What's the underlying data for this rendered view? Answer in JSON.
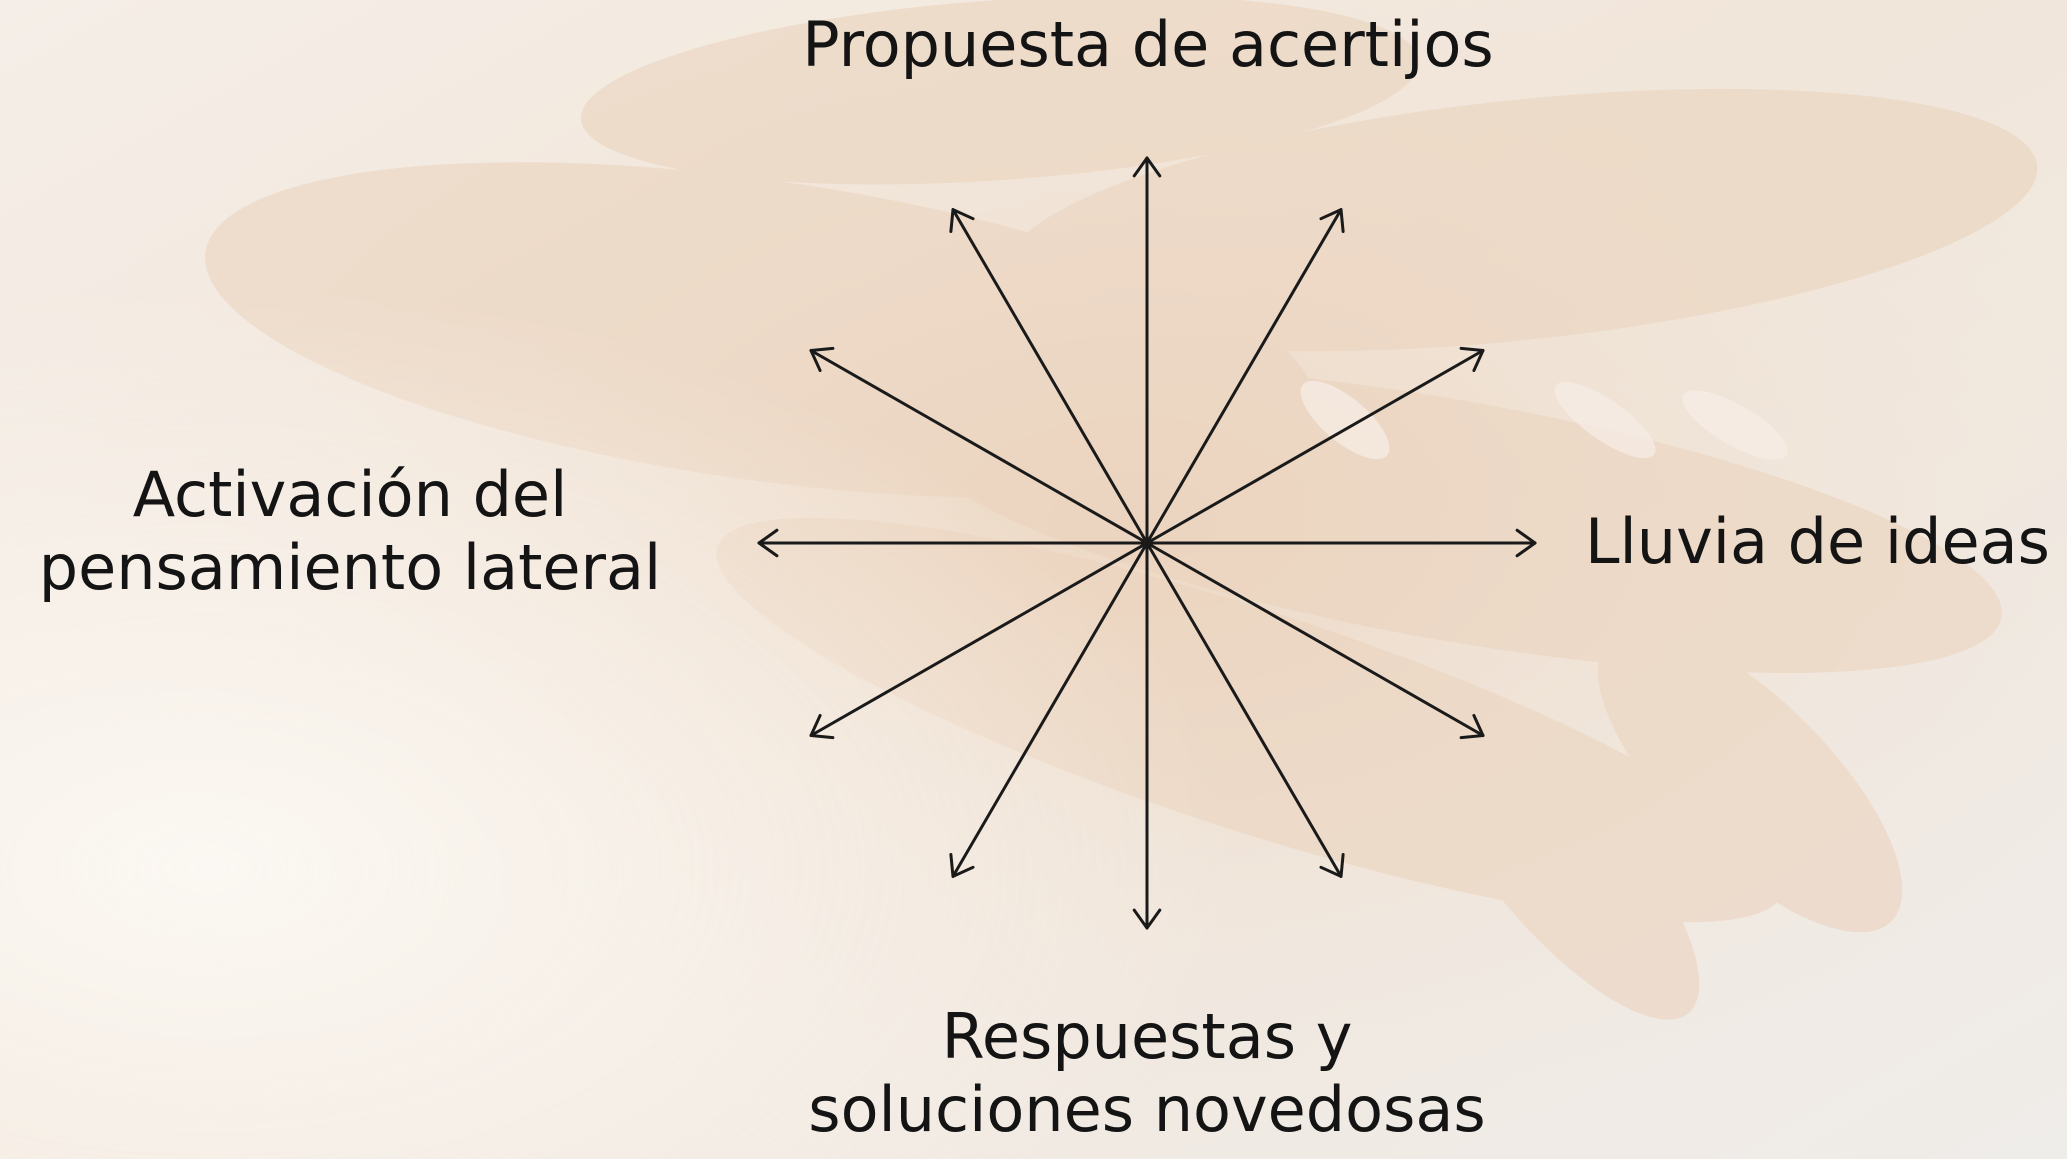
{
  "labels": {
    "top": [
      "Propuesta de acertijos"
    ],
    "left": [
      "Activación del",
      "pensamiento lateral"
    ],
    "right": [
      "Lluvia de ideas"
    ],
    "bottom": [
      "Respuestas y",
      "soluciones novedosas"
    ]
  },
  "diagram": {
    "arrow_count": 12,
    "stroke_color": "#1a1a1a"
  },
  "background": {
    "description_icon": "stacked-hands-photo",
    "tint": "#f3ece4",
    "warm_tone": "#e2c3a6"
  }
}
